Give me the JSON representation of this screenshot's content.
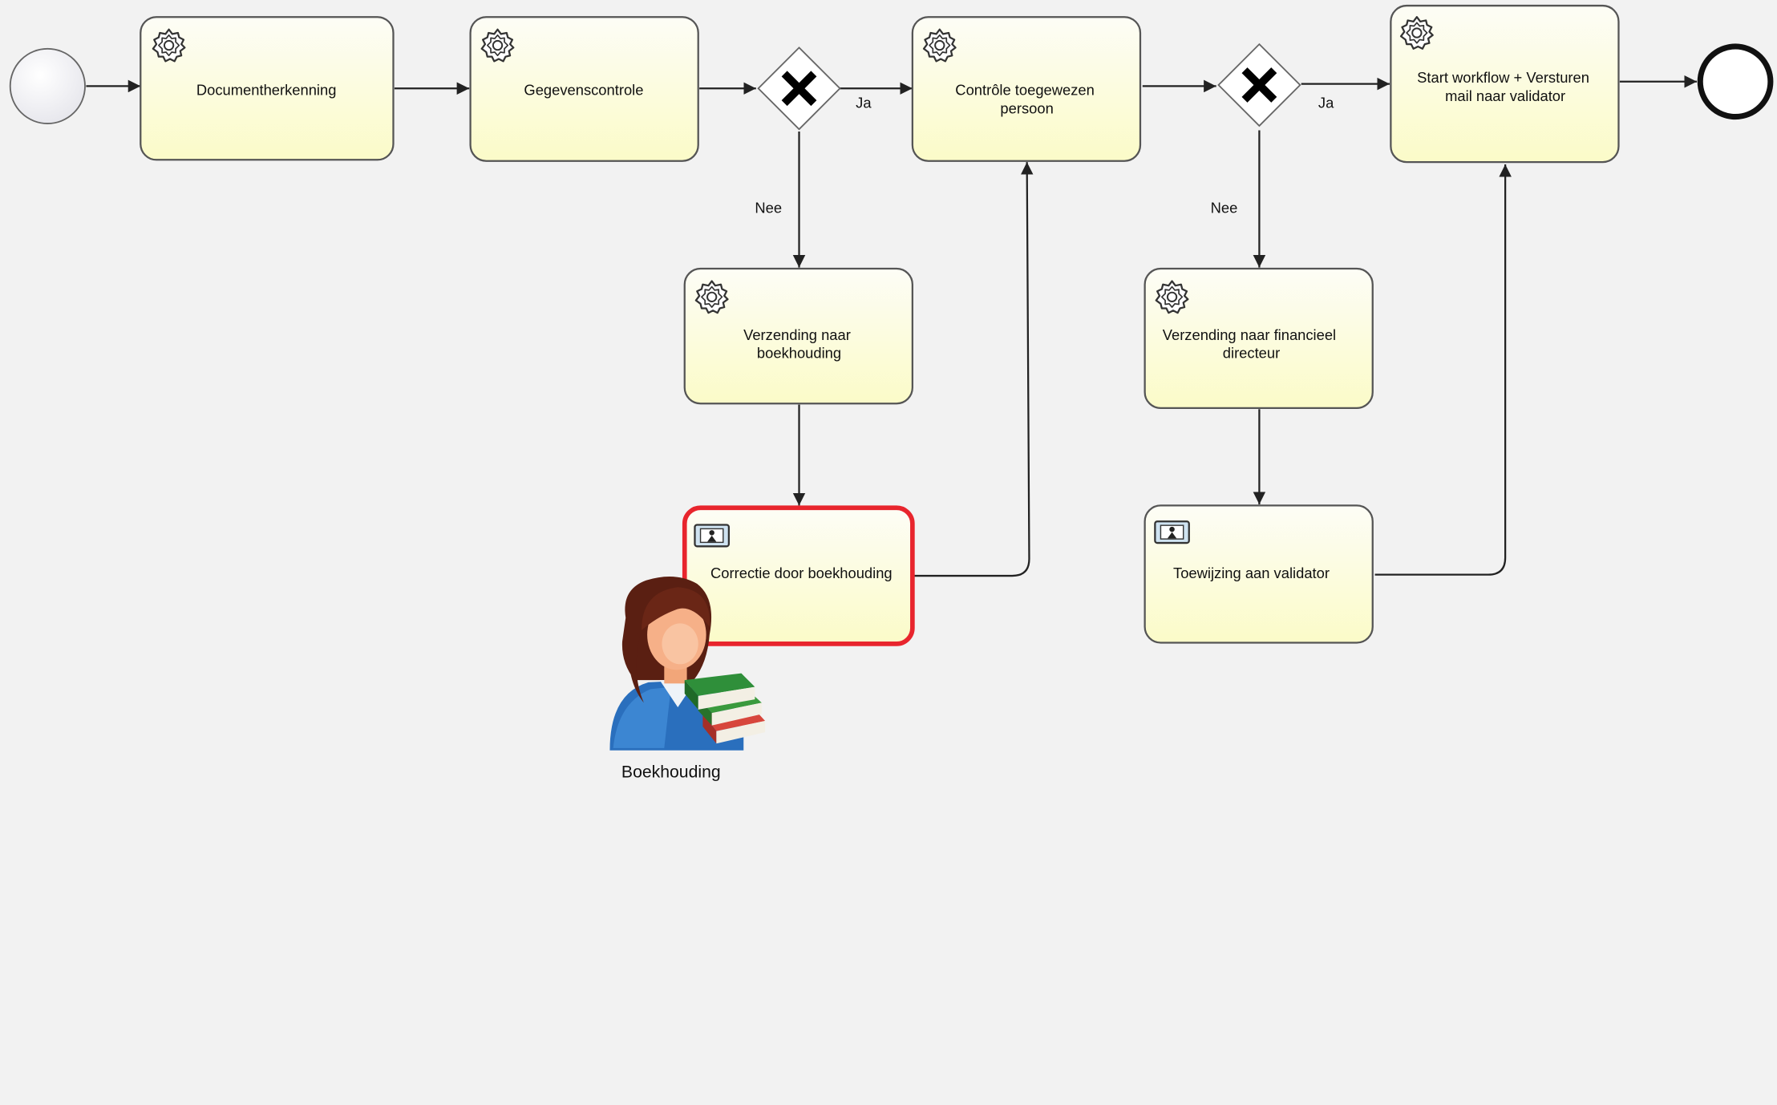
{
  "tasks": {
    "t1": [
      "Documentherkenning"
    ],
    "t2": [
      "Gegevenscontrole"
    ],
    "t3": [
      "Contrôle toegewezen",
      "persoon"
    ],
    "t4": [
      "Start workflow + Versturen",
      "mail naar validator"
    ],
    "t5": [
      "Verzending naar",
      "boekhouding"
    ],
    "t6": [
      "Correctie door boekhouding"
    ],
    "t7": [
      "Verzending naar financieel",
      "directeur"
    ],
    "t8": [
      "Toewijzing aan validator"
    ]
  },
  "flow_labels": {
    "yes_1": "Ja",
    "no_1": "Nee",
    "yes_2": "Ja",
    "no_2": "Nee"
  },
  "actor": {
    "label": "Boekhouding"
  },
  "colors": {
    "background": "#f2f2f2",
    "task_fill_top": "#fdfdf6",
    "task_fill_bottom": "#fbfbc8",
    "task_stroke": "#555555",
    "highlight": "#e8252d",
    "line": "#222222"
  },
  "icons": {
    "service_task": "gear-icon",
    "user_task": "user-task-icon",
    "gateway": "exclusive-gateway-x-icon",
    "actor": "accountant-avatar-icon"
  }
}
